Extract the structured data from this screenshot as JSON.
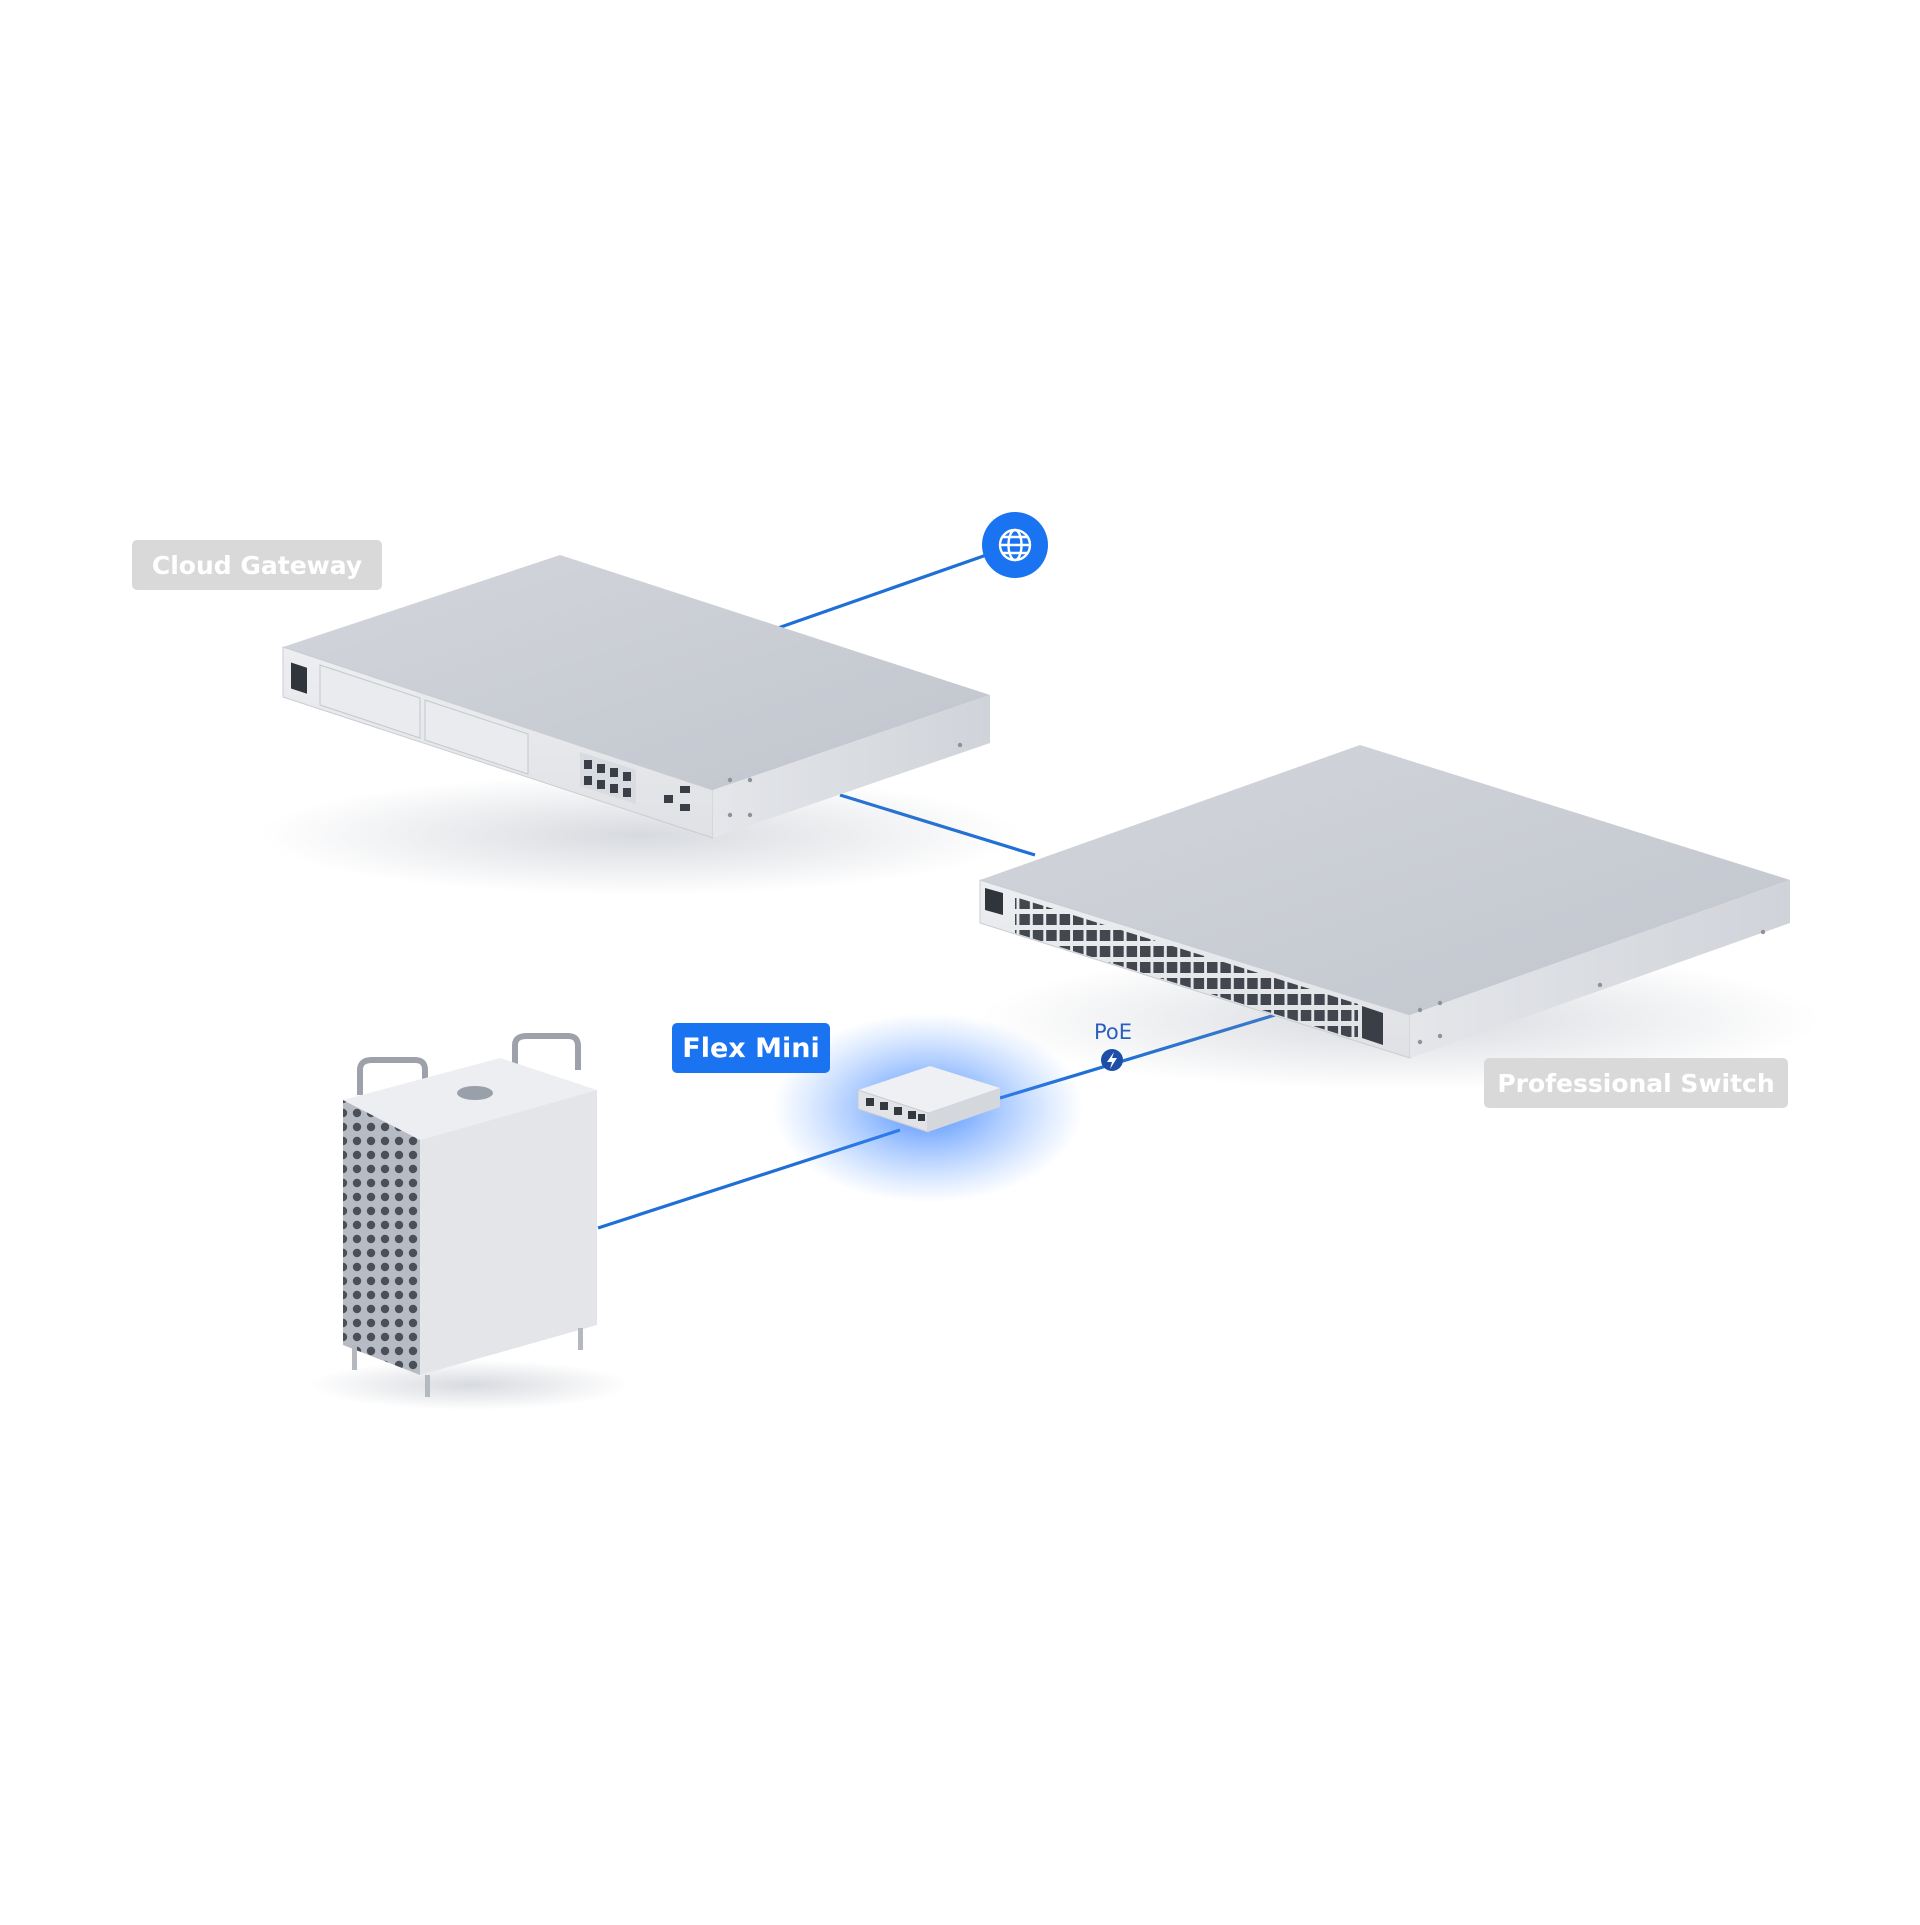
{
  "labels": {
    "cloud_gateway": "Cloud Gateway",
    "professional_switch": "Professional Switch",
    "flex_mini": "Flex Mini",
    "poe": "PoE"
  },
  "icons": {
    "internet": "globe-icon",
    "poe": "lightning-bolt-icon"
  },
  "colors": {
    "link": "#1f6fd6",
    "accent": "#1a73f0",
    "device_label_bg": "#d9d9d9",
    "device_label_text": "#ffffff",
    "highlight_label_bg": "#1a73f0",
    "highlight_label_text": "#ffffff",
    "poe_text": "#2a5fc0"
  }
}
